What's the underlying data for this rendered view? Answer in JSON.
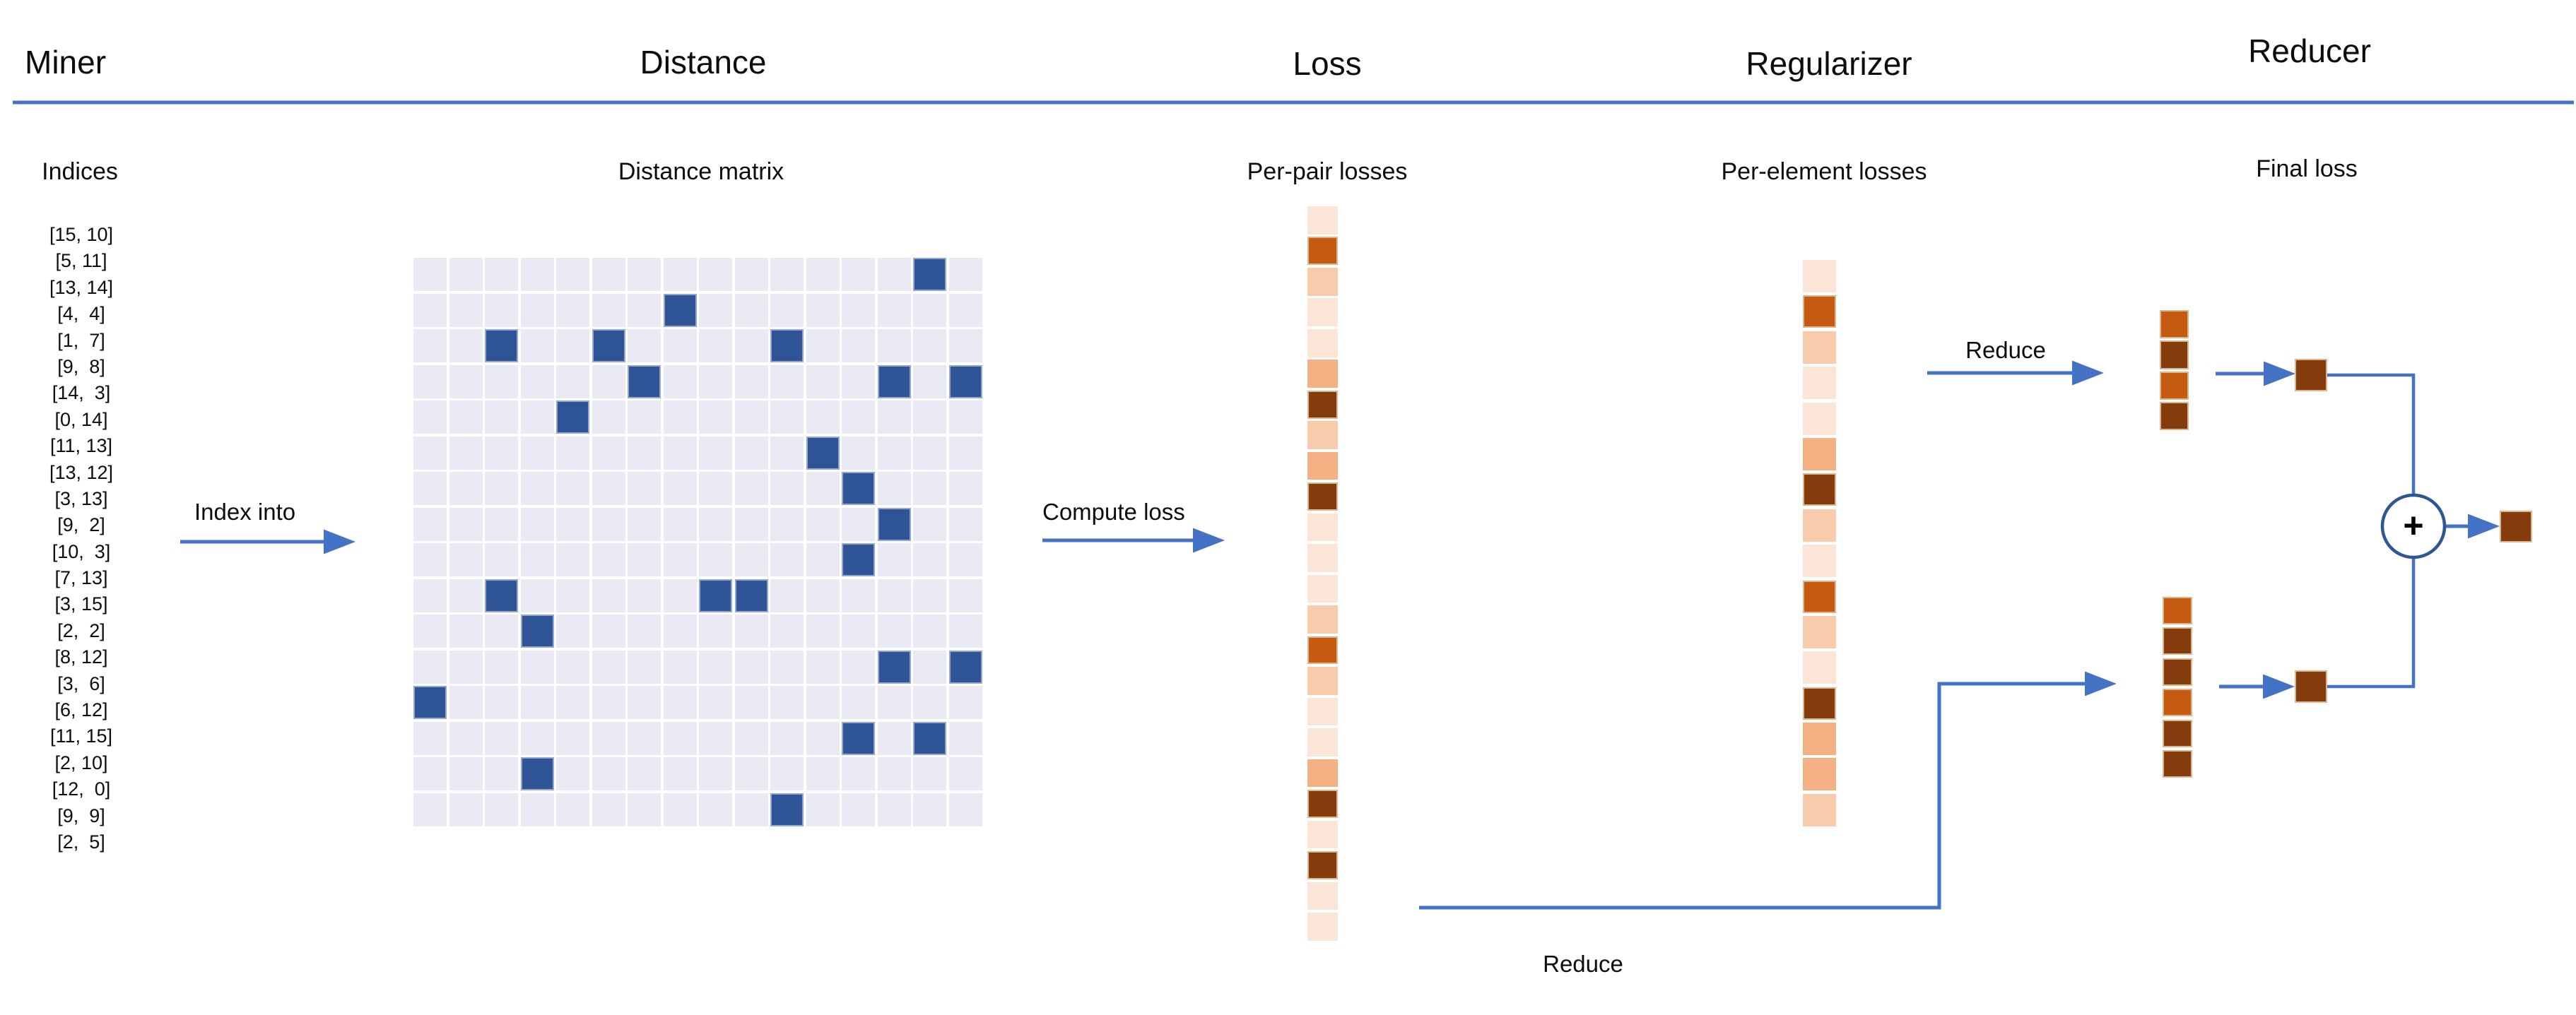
{
  "header": {
    "columns": [
      {
        "title": "Miner",
        "subtitle": "Indices"
      },
      {
        "title": "Distance",
        "subtitle": "Distance matrix"
      },
      {
        "title": "Loss",
        "subtitle": "Per-pair losses"
      },
      {
        "title": "Regularizer",
        "subtitle": "Per-element losses"
      },
      {
        "title": "Reducer",
        "subtitle": "Final loss"
      }
    ]
  },
  "miner": {
    "index_pairs": [
      "[15, 10]",
      "[5, 11]",
      "[13, 14]",
      "[4,  4]",
      "[1,  7]",
      "[9,  8]",
      "[14,  3]",
      "[0, 14]",
      "[11, 13]",
      "[13, 12]",
      "[3, 13]",
      "[9,  2]",
      "[10,  3]",
      "[7, 13]",
      "[3, 15]",
      "[2,  2]",
      "[8, 12]",
      "[3,  6]",
      "[6, 12]",
      "[11, 15]",
      "[2, 10]",
      "[12,  0]",
      "[9,  9]",
      "[2,  5]"
    ]
  },
  "distance": {
    "matrix": {
      "rows": 16,
      "cols": 16,
      "highlighted_cells": [
        [
          15,
          10
        ],
        [
          5,
          11
        ],
        [
          13,
          14
        ],
        [
          4,
          4
        ],
        [
          1,
          7
        ],
        [
          9,
          8
        ],
        [
          14,
          3
        ],
        [
          0,
          14
        ],
        [
          11,
          13
        ],
        [
          13,
          12
        ],
        [
          3,
          13
        ],
        [
          9,
          2
        ],
        [
          10,
          3
        ],
        [
          7,
          13
        ],
        [
          3,
          15
        ],
        [
          2,
          2
        ],
        [
          8,
          12
        ],
        [
          3,
          6
        ],
        [
          6,
          12
        ],
        [
          11,
          15
        ],
        [
          2,
          10
        ],
        [
          12,
          0
        ],
        [
          9,
          9
        ],
        [
          2,
          5
        ]
      ]
    }
  },
  "loss": {
    "per_pair_losses": [
      "light",
      "strong",
      "medlight",
      "light",
      "light",
      "med",
      "dark",
      "medlight",
      "med",
      "dark",
      "light",
      "light",
      "light",
      "medlight",
      "strong",
      "medlight",
      "light",
      "light",
      "med",
      "dark",
      "light",
      "dark",
      "light",
      "light"
    ]
  },
  "regularizer": {
    "per_element_losses": [
      "light",
      "strong",
      "medlight",
      "light",
      "light",
      "med",
      "dark",
      "medlight",
      "light",
      "strong",
      "medlight",
      "light",
      "dark",
      "med",
      "med",
      "medlight"
    ]
  },
  "reducer": {
    "reduced_top": [
      "strong",
      "dark",
      "strong",
      "dark"
    ],
    "reduced_bottom": [
      "strong",
      "dark",
      "dark",
      "strong",
      "dark",
      "dark"
    ],
    "summand_top": "dark",
    "summand_bottom": "dark",
    "final_loss": "dark",
    "operator": "+"
  },
  "labels": {
    "index_into": "Index into",
    "compute_loss": "Compute loss",
    "reduce_top": "Reduce",
    "reduce_bottom": "Reduce"
  },
  "colors": {
    "arrow_blue": "#4472C4",
    "header_rule": "#4472C4",
    "circle_stroke": "#2F5597",
    "circle_fill": "#FFFFFF",
    "matrix_cell_light": "#E9EAF4",
    "matrix_cell_dark": "#2F5597",
    "matrix_dark_border": "#94A6D2",
    "loss_palette": {
      "light": "#FBE5D6",
      "medlight": "#F8CBAD",
      "med": "#F4B183",
      "strong": "#C55A11",
      "dark": "#843C0C"
    },
    "strip_dark_border": "#DCB68C"
  }
}
